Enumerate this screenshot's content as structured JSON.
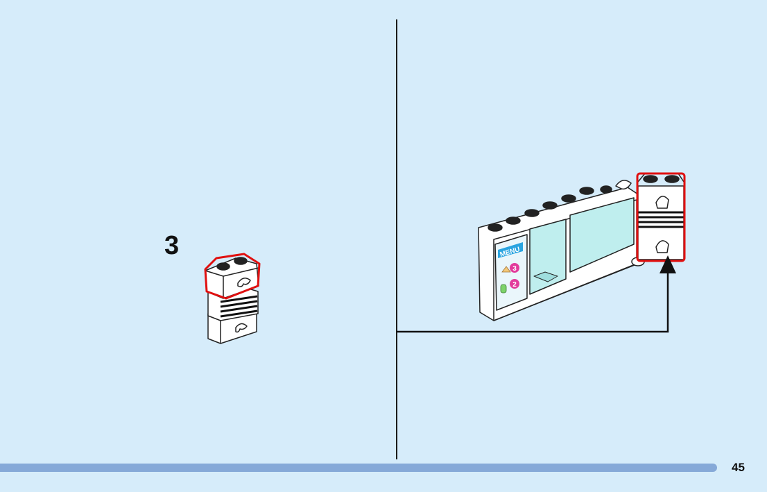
{
  "step": {
    "number": "3"
  },
  "menu_panel": {
    "title": "MENU",
    "price_1": "3",
    "price_2": "2"
  },
  "page": {
    "number": "45"
  },
  "colors": {
    "background": "#d6ecfa",
    "highlight": "#e01010",
    "bar": "#86a9d8",
    "glass": "#bfeeee",
    "brick": "#ffffff"
  },
  "icons": [
    "assembly-arrow-icon",
    "brick-icon",
    "window-frame-icon"
  ]
}
